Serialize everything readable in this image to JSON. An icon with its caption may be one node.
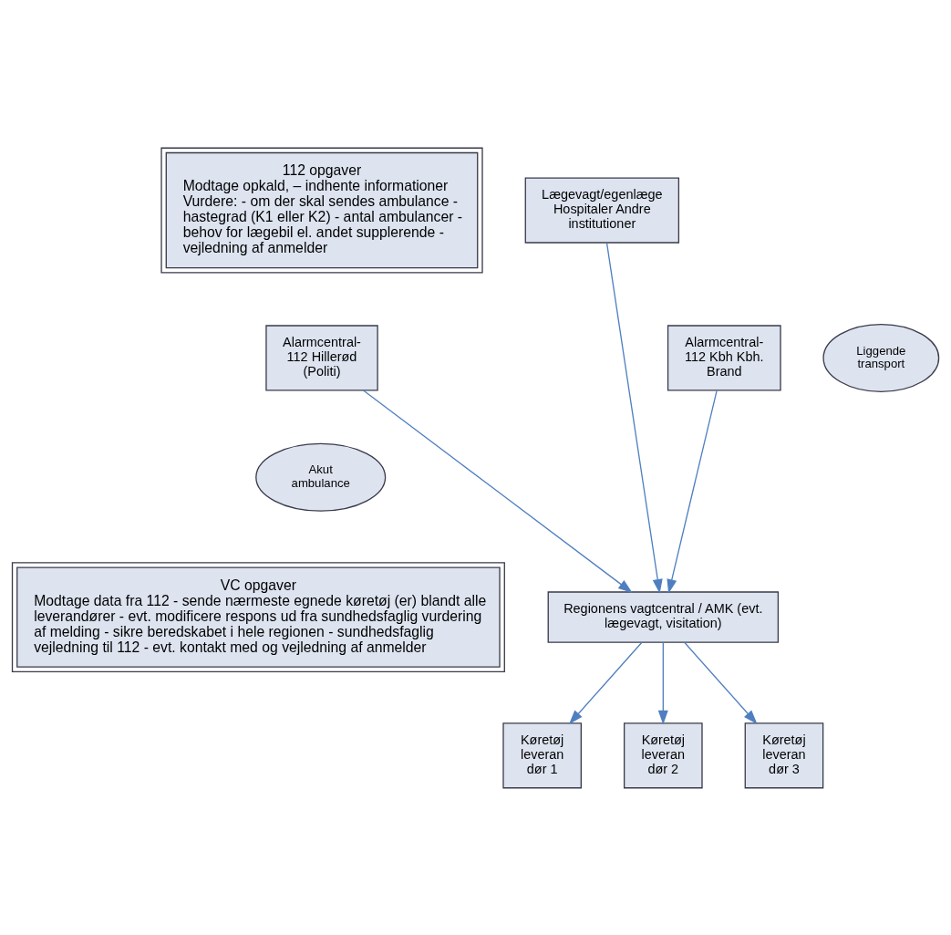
{
  "diagram": {
    "nodes": [
      {
        "text": [
          "112 opgaver",
          "Modtage opkald, – indhente informationer Vurdere: - om der skal sendes ambulance - hastegrad (K1 eller K2) - antal ambulancer - behov for lægebil el. andet supplerende - vejledning af anmelder"
        ]
      },
      {
        "text": [
          "Lægevagt/egenlæge Hospitaler Andre institutioner"
        ]
      },
      {
        "text": [
          "Alarmcentral- 112 Hillerød (Politi)"
        ]
      },
      {
        "text": [
          "Alarmcentral- 112 Kbh Kbh. Brand"
        ]
      },
      {
        "text": [
          "Liggende transport"
        ]
      },
      {
        "text": [
          "Akut ambulance"
        ]
      },
      {
        "text": [
          "VC opgaver",
          "Modtage data fra 112 - sende nærmeste egnede køretøj (er) blandt alle leverandører - evt. modificere respons ud fra sundhedsfaglig vurdering af melding - sikre beredskabet i hele regionen - sundhedsfaglig vejledning til 112 - evt. kontakt med og vejledning af anmelder"
        ]
      },
      {
        "text": [
          "Regionens vagtcentral / AMK (evt. lægevagt, visitation)"
        ]
      },
      {
        "text": [
          "Køretøj leveran dør 1"
        ]
      },
      {
        "text": [
          "Køretøj leveran dør 2"
        ]
      },
      {
        "text": [
          "Køretøj leveran dør 3"
        ]
      }
    ],
    "edges": [
      {
        "from": 2,
        "to": 7,
        "arrow": "to"
      },
      {
        "from": 3,
        "to": 7,
        "arrow": "to"
      },
      {
        "from": 1,
        "to": 7,
        "arrow": "to"
      },
      {
        "from": 7,
        "to": 8,
        "arrow": "to"
      },
      {
        "from": 7,
        "to": 9,
        "arrow": "to"
      },
      {
        "from": 7,
        "to": 10,
        "arrow": "to"
      }
    ]
  }
}
